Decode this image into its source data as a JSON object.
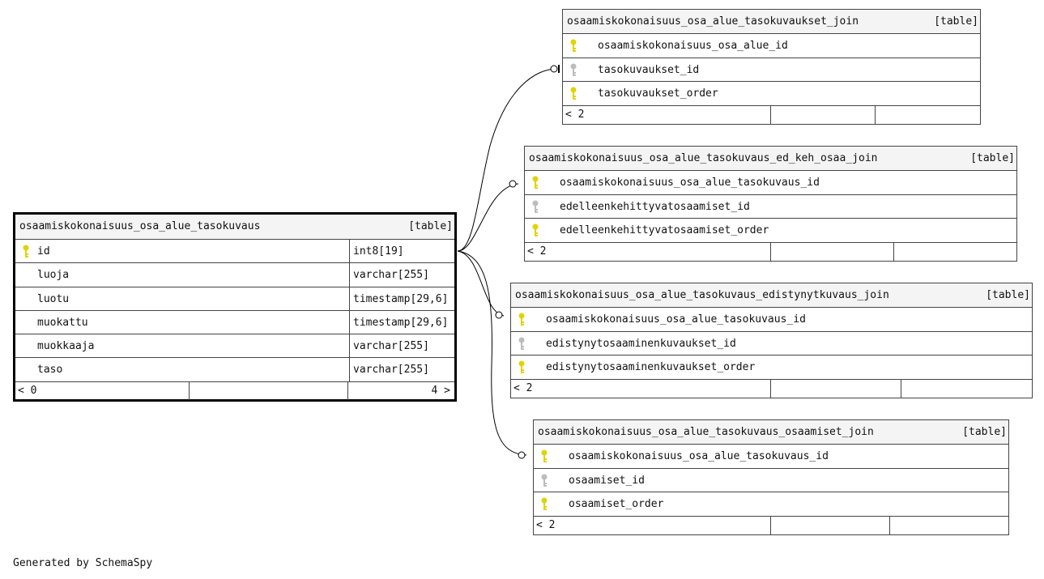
{
  "main_table": {
    "name": "osaamiskokonaisuus_osa_alue_tasokuvaus",
    "type_label": "[table]",
    "columns": [
      {
        "name": "id",
        "type": "int8[19]",
        "key": "primary"
      },
      {
        "name": "luoja",
        "type": "varchar[255]",
        "key": "none"
      },
      {
        "name": "luotu",
        "type": "timestamp[29,6]",
        "key": "none"
      },
      {
        "name": "muokattu",
        "type": "timestamp[29,6]",
        "key": "none"
      },
      {
        "name": "muokkaaja",
        "type": "varchar[255]",
        "key": "none"
      },
      {
        "name": "taso",
        "type": "varchar[255]",
        "key": "none"
      }
    ],
    "footer_left": "< 0",
    "footer_right": "4 >"
  },
  "join_tables": [
    {
      "name": "osaamiskokonaisuus_osa_alue_tasokuvaukset_join",
      "type_label": "[table]",
      "columns": [
        {
          "name": "osaamiskokonaisuus_osa_alue_id",
          "key": "primary"
        },
        {
          "name": "tasokuvaukset_id",
          "key": "foreign"
        },
        {
          "name": "tasokuvaukset_order",
          "key": "primary"
        }
      ],
      "footer_left": "< 2"
    },
    {
      "name": "osaamiskokonaisuus_osa_alue_tasokuvaus_ed_keh_osaa_join",
      "type_label": "[table]",
      "columns": [
        {
          "name": "osaamiskokonaisuus_osa_alue_tasokuvaus_id",
          "key": "primary"
        },
        {
          "name": "edelleenkehittyvatosaamiset_id",
          "key": "foreign"
        },
        {
          "name": "edelleenkehittyvatosaamiset_order",
          "key": "primary"
        }
      ],
      "footer_left": "< 2"
    },
    {
      "name": "osaamiskokonaisuus_osa_alue_tasokuvaus_edistynytkuvaus_join",
      "type_label": "[table]",
      "columns": [
        {
          "name": "osaamiskokonaisuus_osa_alue_tasokuvaus_id",
          "key": "primary"
        },
        {
          "name": "edistynytosaaminenkuvaukset_id",
          "key": "foreign"
        },
        {
          "name": "edistynytosaaminenkuvaukset_order",
          "key": "primary"
        }
      ],
      "footer_left": "< 2"
    },
    {
      "name": "osaamiskokonaisuus_osa_alue_tasokuvaus_osaamiset_join",
      "type_label": "[table]",
      "columns": [
        {
          "name": "osaamiskokonaisuus_osa_alue_tasokuvaus_id",
          "key": "primary"
        },
        {
          "name": "osaamiset_id",
          "key": "foreign"
        },
        {
          "name": "osaamiset_order",
          "key": "primary"
        }
      ],
      "footer_left": "< 2"
    }
  ],
  "colors": {
    "primary_key": "#e0d400",
    "foreign_key": "#bdbdbd",
    "header_bg": "#f4f4f4"
  },
  "footer_note": "Generated by SchemaSpy"
}
